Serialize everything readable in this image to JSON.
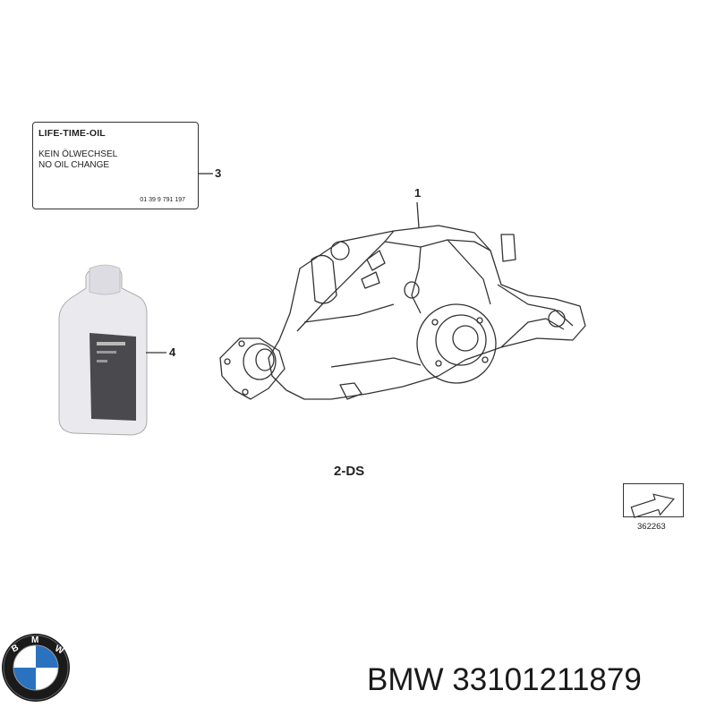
{
  "label_card": {
    "line1": "LIFE-TIME-OIL",
    "line2": "KEIN ÖLWECHSEL",
    "line3": "NO OIL CHANGE",
    "part_number": "01 39 9 791 197"
  },
  "callouts": {
    "c1": "1",
    "c3": "3",
    "c4": "4"
  },
  "group_label": "2-DS",
  "reference": {
    "number": "362263"
  },
  "footer": {
    "brand": "BMW",
    "part_number": "33101211879"
  },
  "icons": [
    "bmw-roundel-icon",
    "oil-bottle-icon",
    "differential-icon",
    "reference-arrow-icon"
  ],
  "colors": {
    "bmw_blue": "#2a72c0",
    "outline": "#333333"
  }
}
